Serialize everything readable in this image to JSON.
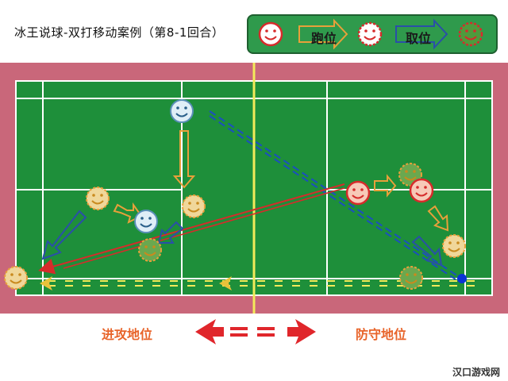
{
  "title": "冰王说球-双打移动案例（第8-1回合）",
  "legend": {
    "run_label": "跑位",
    "take_label": "取位"
  },
  "bottom": {
    "attack_label": "进攻地位",
    "defense_label": "防守地位"
  },
  "watermark": "汉口游戏网",
  "colors": {
    "court_green": "#1e8f3a",
    "outer_pink": "#c9677a",
    "net_yellow": "#f3ea5a",
    "attack_red": "#e8642a",
    "white_team": "#dfeef7",
    "red_team": "#f7c9b8",
    "yellow_team": "#f0d79a",
    "green_team": "#6aa84f"
  },
  "icons": {
    "player": "smiley-face-icon",
    "arrow": "arrow-icon"
  }
}
